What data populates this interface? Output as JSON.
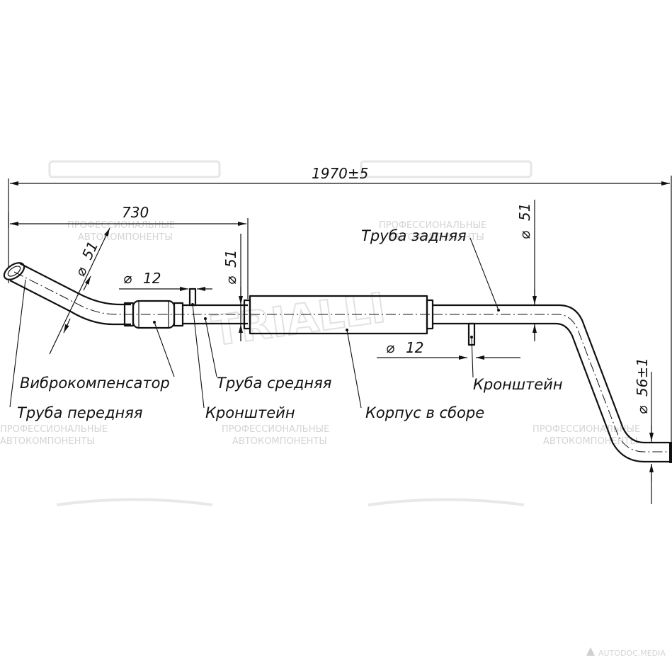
{
  "dimensions": {
    "overall_length": "1970±5",
    "front_length": "730",
    "dia_front_pipe": "51",
    "dia_middle_pipe": "51",
    "dia_rear_pipe": "51",
    "dia_outlet": "56±1",
    "dia_bracket_front": "12",
    "dia_bracket_rear": "12",
    "diameter_symbol": "⌀"
  },
  "labels": {
    "rear_pipe": "Труба задняя",
    "flex_joint": "Виброкомпенсатор",
    "middle_pipe": "Труба средняя",
    "front_pipe": "Труба передняя",
    "bracket_front": "Кронштейн",
    "bracket_rear": "Кронштейн",
    "muffler_assembly": "Корпус в сборе"
  },
  "watermark": {
    "brand": "TRIALLI",
    "line1": "ПРОФЕССИОНАЛЬНЫЕ",
    "line2": "АВТОКОМПОНЕНТЫ",
    "corner": "AUTODOC.MEDIA"
  }
}
